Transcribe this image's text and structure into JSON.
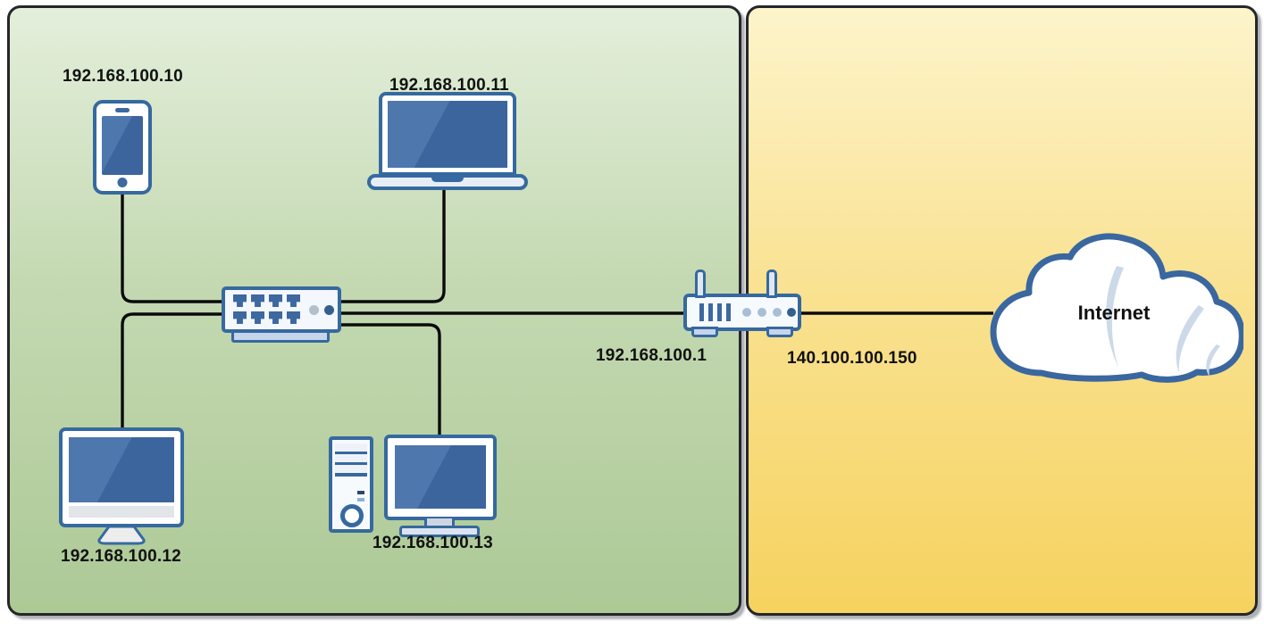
{
  "diagram_title": "Home network diagram (LAN to Internet)",
  "zones": {
    "lan": {
      "fill_top": "#e4efdb",
      "fill_bottom": "#adc996"
    },
    "wan": {
      "fill_top": "#fdf4cb",
      "fill_bottom": "#f6d25f"
    }
  },
  "nodes": {
    "smartphone": {
      "label": "192.168.100.10",
      "icon": "smartphone-icon"
    },
    "laptop": {
      "label": "192.168.100.11",
      "icon": "laptop-icon"
    },
    "switch": {
      "icon": "network-switch-icon"
    },
    "router": {
      "lan_ip": "192.168.100.1",
      "wan_ip": "140.100.100.150",
      "icon": "router-icon"
    },
    "imac": {
      "label": "192.168.100.12",
      "icon": "desktop-monitor-icon"
    },
    "desktop": {
      "label": "192.168.100.13",
      "icon": "desktop-pc-icon"
    },
    "cloud": {
      "label": "Internet",
      "icon": "cloud-icon"
    }
  },
  "links": [
    {
      "from": "smartphone",
      "to": "switch"
    },
    {
      "from": "laptop",
      "to": "switch"
    },
    {
      "from": "imac",
      "to": "switch"
    },
    {
      "from": "desktop",
      "to": "switch"
    },
    {
      "from": "switch",
      "to": "router"
    },
    {
      "from": "router",
      "to": "cloud"
    }
  ],
  "colors": {
    "device_outline": "#36699f",
    "screen_fill": "#3c659e",
    "screen_sheen": "#4e77ad",
    "accent_light": "#c6d4ec",
    "wire": "#0a0a0a",
    "label_text": "#111111",
    "panel_border": "#26262a"
  }
}
